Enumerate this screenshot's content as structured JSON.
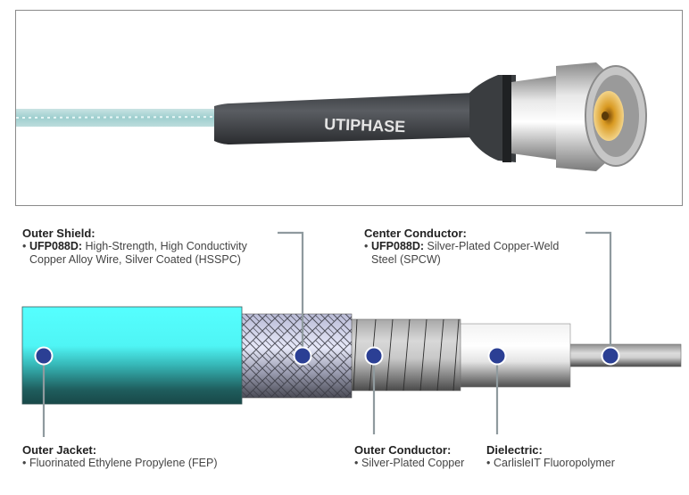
{
  "photo": {
    "description": "Coaxial cable assembly with connector",
    "cable_brand_text": "UTIPHASE"
  },
  "colors": {
    "dot": "#2b3f94",
    "leader_line": "#8f9a9e",
    "jacket_light": "#55ffff",
    "jacket_dark": "#184848"
  },
  "callouts": {
    "outer_shield": {
      "title": "Outer Shield:",
      "model": "UFP088D:",
      "text_line1": "High-Strength, High Conductivity",
      "text_line2": "Copper Alloy Wire, Silver Coated (HSSPC)"
    },
    "center_conductor": {
      "title": "Center Conductor:",
      "model": "UFP088D:",
      "text_line1": "Silver-Plated Copper-Weld",
      "text_line2": "Steel (SPCW)"
    },
    "outer_jacket": {
      "title": "Outer Jacket:",
      "text": "Fluorinated Ethylene Propylene (FEP)"
    },
    "outer_conductor": {
      "title": "Outer Conductor:",
      "text": "Silver-Plated Copper"
    },
    "dielectric": {
      "title": "Dielectric:",
      "text": "CarlisleIT Fluoropolymer"
    },
    "bullet": "•"
  },
  "layers": [
    {
      "name": "outer-jacket"
    },
    {
      "name": "outer-shield"
    },
    {
      "name": "outer-conductor"
    },
    {
      "name": "dielectric"
    },
    {
      "name": "center-conductor"
    }
  ]
}
